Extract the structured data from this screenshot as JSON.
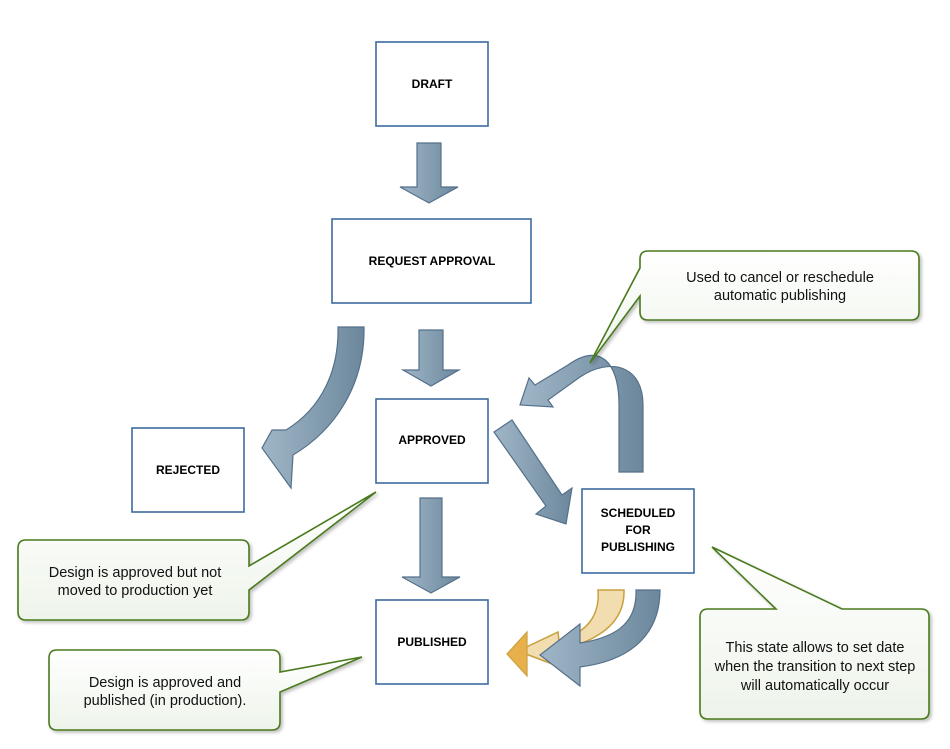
{
  "states": {
    "draft": "DRAFT",
    "request_approval": "REQUEST APPROVAL",
    "approved": "APPROVED",
    "rejected": "REJECTED",
    "scheduled": [
      "SCHEDULED",
      "FOR",
      "PUBLISHING"
    ],
    "published": "PUBLISHED"
  },
  "callouts": {
    "cancel": [
      "Used to cancel or reschedule",
      "automatic publishing"
    ],
    "approved_note": [
      "Design is approved but not",
      "moved to production yet"
    ],
    "published_note": [
      "Design is approved and",
      "published (in production)."
    ],
    "scheduled_note": [
      "This state allows to set date",
      "when the transition to next step",
      "will automatically occur"
    ]
  },
  "colors": {
    "arrow_fill": "#7f98ab",
    "arrow_stroke": "#55708a",
    "orange_fill": "#f1ddb0",
    "orange_stroke": "#c9a03e",
    "orange_head": "#e8b04b",
    "callout_border": "#4a7a1e",
    "box_border": "#3c6ba0"
  }
}
